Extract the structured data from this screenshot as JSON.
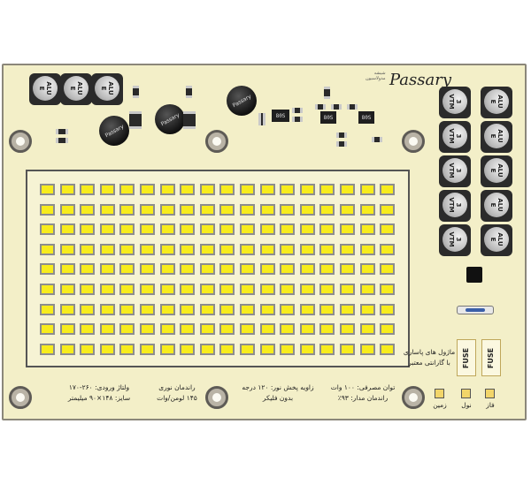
{
  "brand": {
    "logo_text": "Passary",
    "logo_small": "شیشه\nمدولاسیون"
  },
  "capacitor_labels": {
    "alu": "ALU\nE",
    "mtv": "3\nVTM"
  },
  "inductor_label": "Passary",
  "chip_label": "80S",
  "fuse_label": "FUSE",
  "texts": {
    "module_title": "ماژول های پاساری",
    "module_warranty": "با گارانتی معتبر",
    "power": "توان مصرفی: ۱۰۰ وات",
    "efficiency": "راندمان مدار: ۹۳٪",
    "angle": "زاویه پخش نور: ۱۲۰ درجه",
    "flicker": "بدون فلیکر",
    "lumen_title": "راندمان نوری",
    "lumen_value": "۱۴۵ لومن/وات",
    "voltage": "ولتاژ ورودی: ۲۶۰-۱۷۰",
    "size": "سایز: ۱۴۸×۹۰ میلیمتر",
    "ground": "زمین",
    "neutral": "نول",
    "phase": "فاز"
  },
  "colors": {
    "board": "#f3efc8",
    "led": "#f7ec1c",
    "led_border": "#8d8d8d"
  },
  "led_grid": {
    "rows": 9,
    "cols": 18
  }
}
